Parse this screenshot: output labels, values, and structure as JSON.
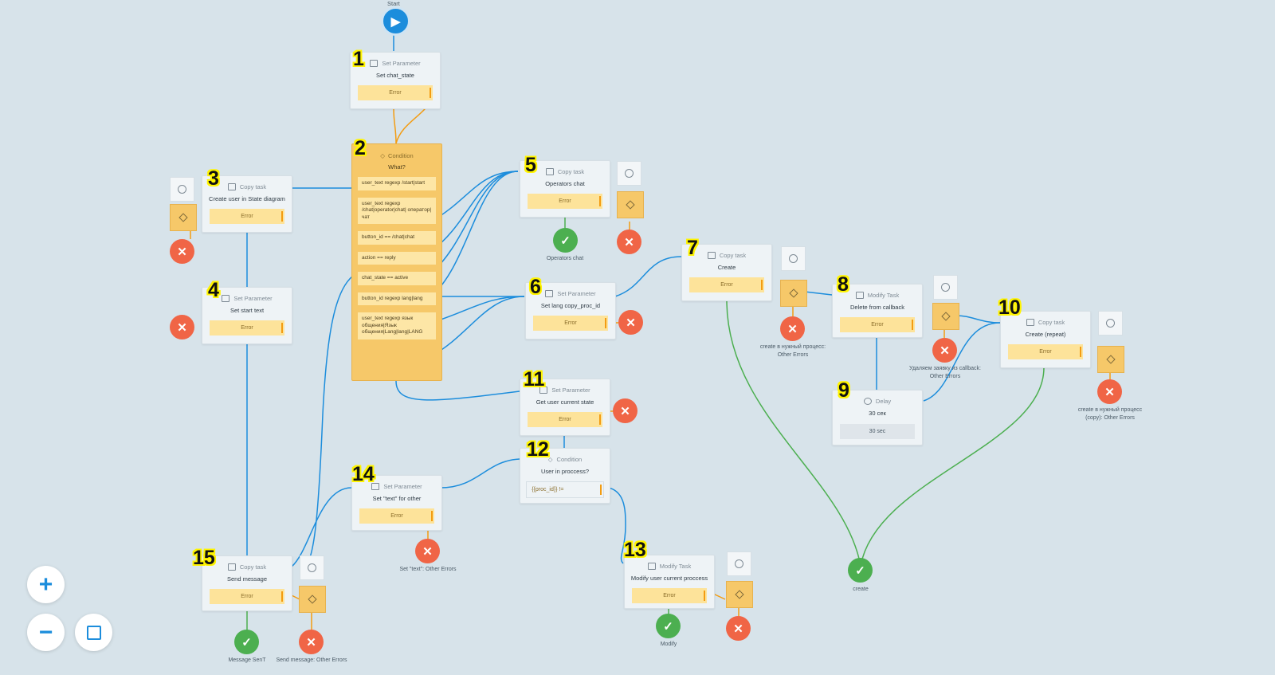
{
  "start": {
    "label": "Start"
  },
  "nodes": {
    "n1": {
      "num": "1",
      "type": "Set Parameter",
      "title": "Set chat_state",
      "error": "Error"
    },
    "n2": {
      "num": "2",
      "type": "Condition",
      "title": "What?",
      "rows": [
        "user_text regexp /start|start",
        "user_text regexp /chat|operator|chat| оператор|чат",
        "button_id == /chat|chat",
        "action == reply",
        "chat_state == active",
        "button_id regexp lang|lang",
        "user_text regexp язык общения|Язык общения|Lang|lang|LANG"
      ]
    },
    "n3": {
      "num": "3",
      "type": "Copy task",
      "title": "Create user in State diagram",
      "error": "Error"
    },
    "n4": {
      "num": "4",
      "type": "Set Parameter",
      "title": "Set start text",
      "error": "Error"
    },
    "n5": {
      "num": "5",
      "type": "Copy task",
      "title": "Operators chat",
      "error": "Error"
    },
    "n6": {
      "num": "6",
      "type": "Set Parameter",
      "title": "Set lang copy_proc_id",
      "error": "Error"
    },
    "n7": {
      "num": "7",
      "type": "Copy task",
      "title": "Create",
      "error": "Error"
    },
    "n8": {
      "num": "8",
      "type": "Modify Task",
      "title": "Delete from callback",
      "error": "Error"
    },
    "n9": {
      "num": "9",
      "type": "Delay",
      "title": "30 сек",
      "sub": "30 sec"
    },
    "n10": {
      "num": "10",
      "type": "Copy task",
      "title": "Create (repeat)",
      "error": "Error"
    },
    "n11": {
      "num": "11",
      "type": "Set Parameter",
      "title": "Get user current state",
      "error": "Error"
    },
    "n12": {
      "num": "12",
      "type": "Condition",
      "title": "User in proccess?",
      "row": "{{proc_id}} !="
    },
    "n13": {
      "num": "13",
      "type": "Modify Task",
      "title": "Modify user current proccess",
      "error": "Error"
    },
    "n14": {
      "num": "14",
      "type": "Set Parameter",
      "title": "Set \"text\" for other",
      "error": "Error"
    },
    "n15": {
      "num": "15",
      "type": "Copy task",
      "title": "Send message",
      "error": "Error"
    }
  },
  "captions": {
    "operators_chat": "Operators chat",
    "create_other_errors": "create в нужный процесс: Other Errors",
    "callback_other_errors": "Удаляем заявку из callback: Other Errors",
    "create_copy_errors": "create в нужный процесс (copy): Other Errors",
    "set_text_errors": "Set \"text\": Other Errors",
    "modify": "Modify",
    "create": "create",
    "message_sent": "Message SenT",
    "send_message_errors": "Send message: Other Errors"
  },
  "controls": {
    "zoom_in": "+",
    "zoom_out": "−"
  },
  "icons": [
    "play-icon",
    "timer-icon",
    "condition-gate-icon",
    "close-icon",
    "check-icon",
    "fit-screen-icon"
  ],
  "colors": {
    "background": "#d7e3ea",
    "blue_wire": "#1c8ddc",
    "orange_wire": "#f39c12",
    "green_wire": "#4caf50",
    "condition": "#f6c869",
    "error_fill": "#fde39a",
    "success": "#4caf50",
    "failure": "#f06546"
  }
}
